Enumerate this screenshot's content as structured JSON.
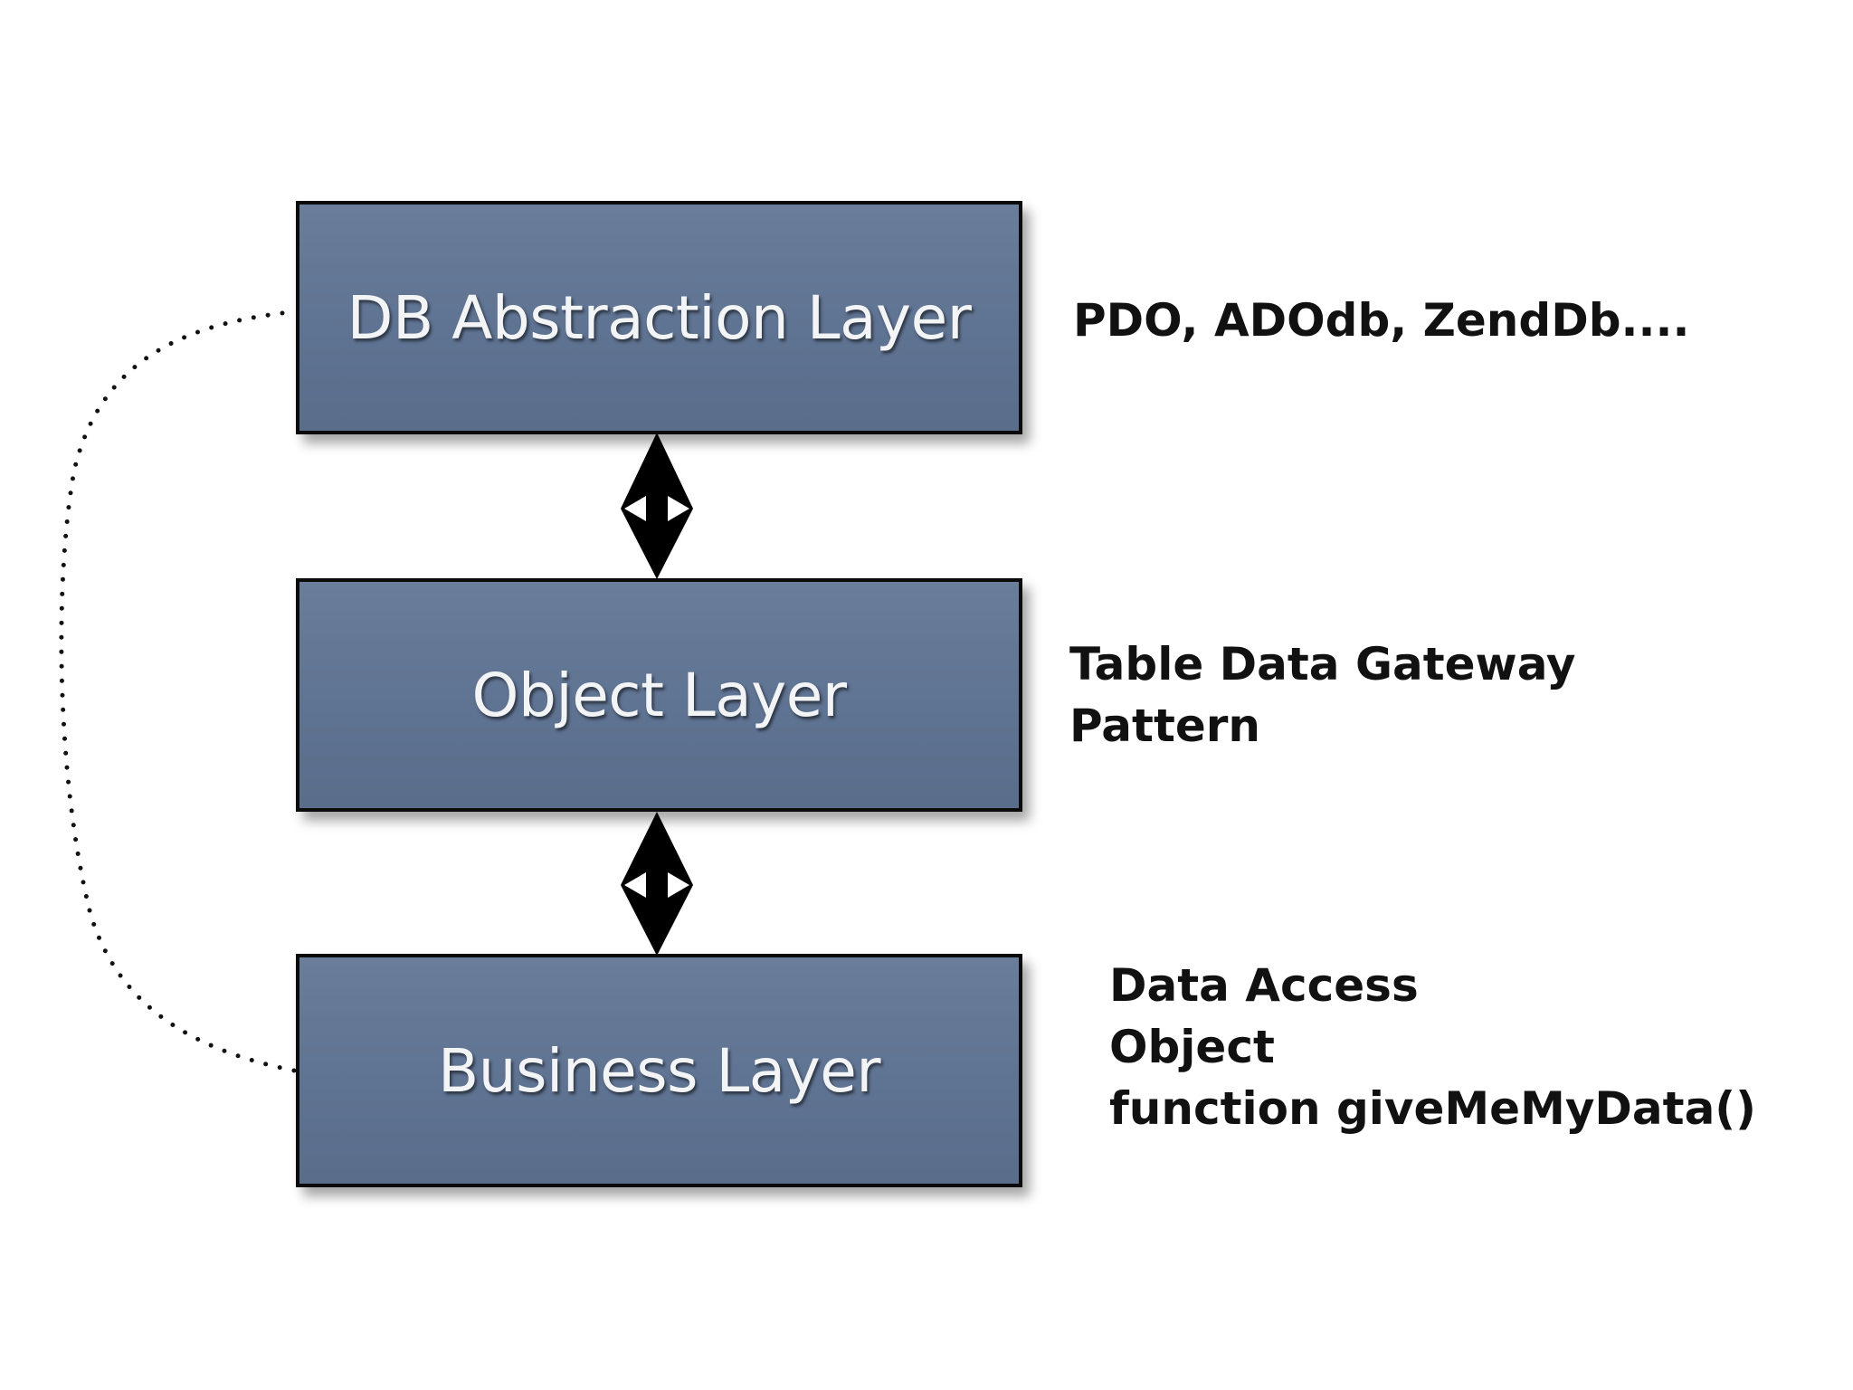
{
  "layers": {
    "db_abstraction": "DB Abstraction Layer",
    "object": "Object Layer",
    "business": "Business Layer"
  },
  "notes": {
    "db_abstraction": [
      "PDO, ADOdb, ZendDb...."
    ],
    "object": [
      "Table Data Gateway",
      "Pattern"
    ],
    "business": [
      "Data Access",
      "Object",
      "function giveMeMyData()"
    ]
  },
  "colors": {
    "layer_fill": "#5f7392",
    "layer_border": "#0b0b0b",
    "layer_text": "#f3f4f6",
    "note_text": "#111111",
    "arrow": "#000000"
  }
}
